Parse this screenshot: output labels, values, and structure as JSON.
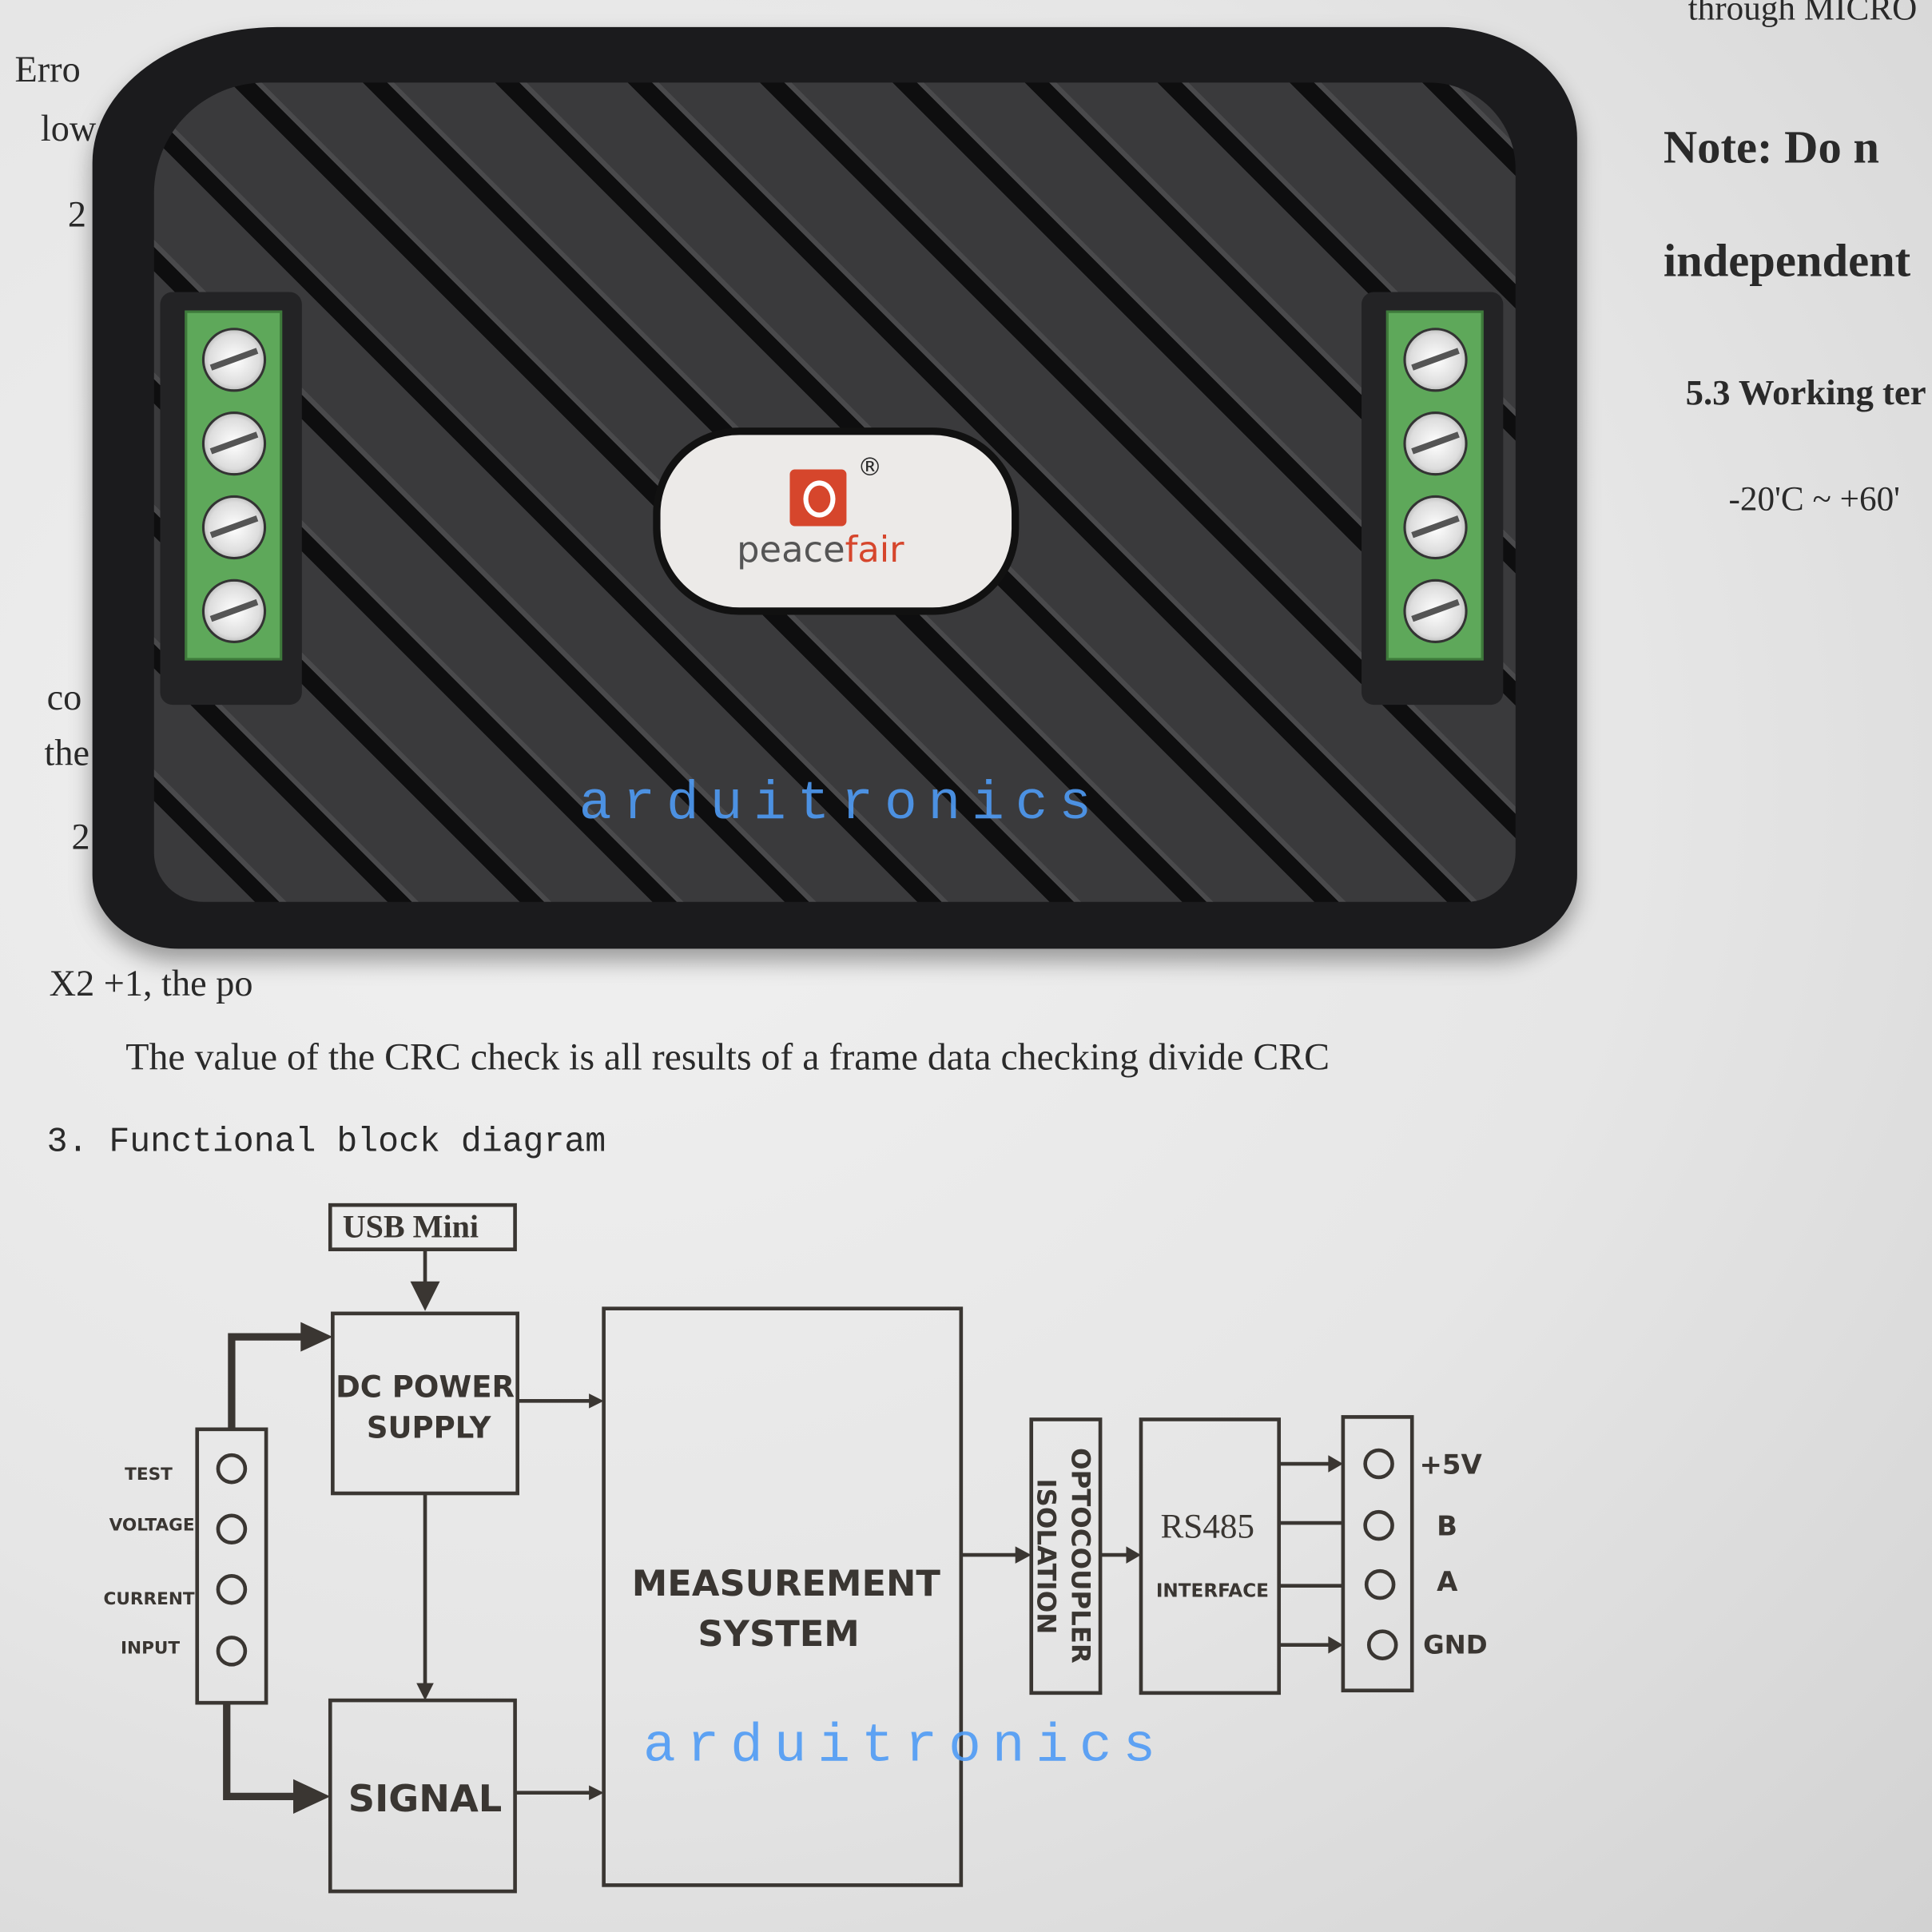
{
  "document": {
    "left_fragments": [
      "Erro",
      "low",
      "2",
      "co",
      "the",
      "2",
      "X2 +1, the po"
    ],
    "crc_line": "The value of the CRC check is  all results of a frame data checking divide CRC",
    "section_heading": "3.  Functional block diagram",
    "right_fragments": [
      "through MICRO",
      "Note:  Do  n",
      "independent",
      "5.3 Working ter",
      "-20'C ~ +60'"
    ]
  },
  "device": {
    "brand": "peacefair",
    "registered_mark": "®",
    "terminal_screws_left": 4,
    "terminal_screws_right": 4,
    "colors": {
      "body": "#1b1b1d",
      "terminal": "#5ea85a",
      "logo_accent": "#d6462c"
    }
  },
  "diagram": {
    "usb": "USB Mini",
    "dc_power_1": "DC POWER",
    "dc_power_2": "SUPPLY",
    "signal": "SIGNAL",
    "measurement_1": "MEASUREMENT",
    "measurement_2": "SYSTEM",
    "opto_1": "OPTOCOUPLER",
    "opto_2": "ISOLATION",
    "rs485": "RS485",
    "interface": "INTERFACE",
    "input_labels": [
      "TEST",
      "VOLTAGE",
      "CURRENT",
      "INPUT"
    ],
    "output_labels": [
      "+5V",
      "B",
      "A",
      "GND"
    ]
  },
  "watermarks": [
    "arduitronics",
    "arduitronics"
  ],
  "watermark_color": "#4f9bf5"
}
